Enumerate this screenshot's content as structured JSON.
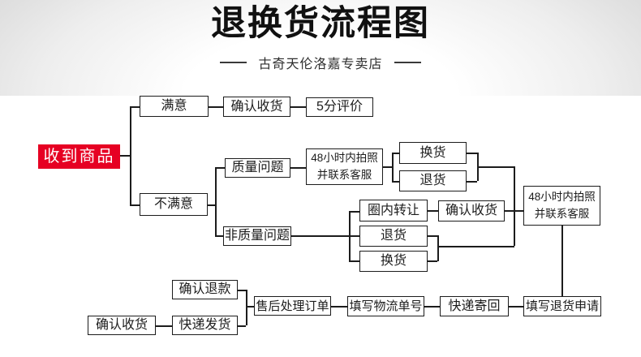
{
  "header": {
    "title": "退换货流程图",
    "store": "古奇天伦洛嘉专卖店"
  },
  "colors": {
    "accent_red": "#e60023",
    "line_black": "#1c1c1c",
    "header_gray": "#d4d4d4"
  },
  "flow": {
    "start": "收到商品",
    "satisfied": "满意",
    "confirm_receipt_top": "确认收货",
    "five_star_review": "5分评价",
    "unsatisfied": "不满意",
    "quality_issue": "质量问题",
    "photo_48h_line1": "48小时内拍照",
    "photo_48h_line2": "并联系客服",
    "exchange_quality": "换货",
    "return_quality": "退货",
    "circle_transfer": "圈内转让",
    "confirm_receipt_mid": "确认收货",
    "return_nonquality": "退货",
    "exchange_nonquality": "换货",
    "non_quality_issue": "非质量问题",
    "photo_48h_right_line1": "48小时内拍照",
    "photo_48h_right_line2": "并联系客服",
    "confirm_refund": "确认退款",
    "confirm_receipt_bottom": "确认收货",
    "courier_ship": "快递发货",
    "aftersale_order": "售后处理订单",
    "fill_logistics_no": "填写物流单号",
    "courier_return": "快递寄回",
    "fill_return_request": "填写退货申请"
  }
}
